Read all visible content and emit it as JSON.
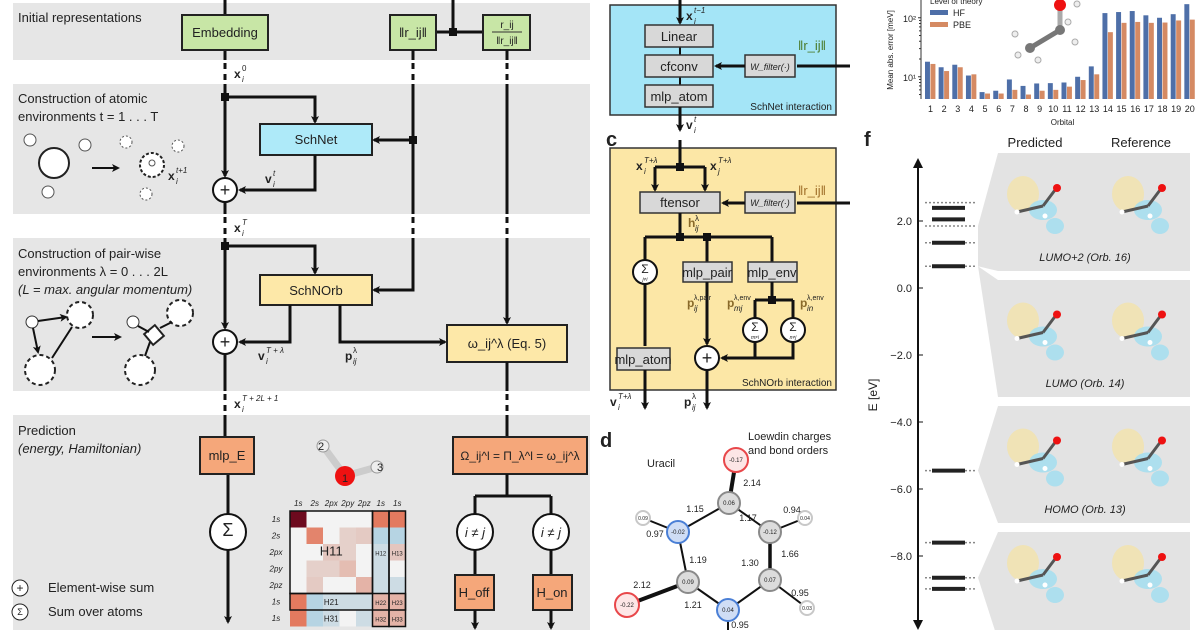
{
  "panel_a": {
    "sections": {
      "initial": "Initial representations",
      "atomic_1": "Construction of atomic",
      "atomic_2": "environments t = 1 . . . T",
      "pair_1": "Construction of pair-wise",
      "pair_2": "environments λ = 0 . . . 2L",
      "pair_3": "(L = max. angular momentum)",
      "pred_1": "Prediction",
      "pred_2": "(energy, Hamiltonian)"
    },
    "boxes": {
      "embedding": "Embedding",
      "rnorm": "‖r_ij‖",
      "rdir_num": "r_ij",
      "rdir_den": "‖r_ij‖",
      "schnet": "SchNet",
      "schnorb": "SchNOrb",
      "omega": "ω_ij^λ (Eq. 5)",
      "mlpE": "mlp_E",
      "Omega": "Ω_ij^l = Π_λ^l = ω_ij^λ",
      "Hoff": "H_off",
      "Hon": "H_on",
      "cond1": "i ≠ j",
      "cond2": "i ≠ j"
    },
    "labels": {
      "x0": {
        "b": "x",
        "sub": "i",
        "sup": "0"
      },
      "xt1": {
        "b": "x",
        "sub": "i",
        "sup": "t+1"
      },
      "vt": {
        "b": "v",
        "sub": "i",
        "sup": "t"
      },
      "xT": {
        "b": "x",
        "sub": "i",
        "sup": "T"
      },
      "vTl": {
        "b": "v",
        "sub": "i",
        "sup": "T + λ"
      },
      "pl": {
        "b": "p",
        "sub": "ij",
        "sup": "λ"
      },
      "xT2L": {
        "b": "x",
        "sub": "i",
        "sup": "T + 2L + 1"
      }
    },
    "legend": {
      "plus": "Element-wise sum",
      "sum": "Sum over atoms"
    },
    "molecule_atoms": [
      "1",
      "2",
      "3"
    ],
    "matrix": {
      "col_labels": [
        "1s",
        "2s",
        "2px",
        "2py",
        "2pz",
        "1s",
        "1s"
      ],
      "row_labels": [
        "1s",
        "2s",
        "2px",
        "2py",
        "2pz",
        "1s",
        "1s"
      ],
      "blocks": [
        "H11",
        "H12",
        "H13",
        "H21",
        "H22",
        "H23",
        "H31",
        "H32",
        "H33"
      ]
    }
  },
  "panel_b": {
    "input": {
      "b": "x",
      "sub": "i",
      "sup": "t−1"
    },
    "linear": "Linear",
    "cfconv": "cfconv",
    "mlp_atom": "mlp_atom",
    "wfilter": "W_filter(·)",
    "rnorm": "‖r_ij‖",
    "title": "SchNet interaction",
    "output": {
      "b": "v",
      "sub": "i",
      "sup": "t"
    }
  },
  "panel_c": {
    "letter": "c",
    "in_i": {
      "b": "x",
      "sub": "i",
      "sup": "T+λ"
    },
    "in_j": {
      "b": "x",
      "sub": "j",
      "sup": "T+λ"
    },
    "ftensor": "ftensor",
    "wfilter": "W_filter(·)",
    "rnorm": "‖r_ij‖",
    "h": {
      "b": "h",
      "sub": "ij",
      "sup": "λ"
    },
    "sum_ji": "j≠i",
    "mlp_pair": "mlp_pair",
    "mlp_env": "mlp_env",
    "p_pair": {
      "b": "p",
      "sub": "ij",
      "sup": "λ,pair"
    },
    "p_env_mj": {
      "b": "p",
      "sub": "mj",
      "sup": "λ,env"
    },
    "p_env_in": {
      "b": "p",
      "sub": "in",
      "sup": "λ,env"
    },
    "sum_m": "m≠i",
    "sum_n": "n≠j",
    "mlp_atom": "mlp_atom",
    "title": "SchNOrb interaction",
    "out_v": {
      "b": "v",
      "sub": "i",
      "sup": "T+λ"
    },
    "out_p": {
      "b": "p",
      "sub": "ij",
      "sup": "λ"
    }
  },
  "panel_d": {
    "letter": "d",
    "molecule": "Uracil",
    "title_1": "Loewdin charges",
    "title_2": "and bond orders",
    "atoms": [
      {
        "element": "O",
        "charge": "-0.17"
      },
      {
        "element": "C",
        "charge": "0.06"
      },
      {
        "element": "N",
        "charge": "-0.02"
      },
      {
        "element": "C",
        "charge": "-0.12"
      },
      {
        "element": "C",
        "charge": "0.07"
      },
      {
        "element": "C",
        "charge": "0.09"
      },
      {
        "element": "N",
        "charge": "0.04"
      },
      {
        "element": "O",
        "charge": "-0.22"
      },
      {
        "element": "H",
        "charge": "0.09"
      },
      {
        "element": "H",
        "charge": "0.04"
      },
      {
        "element": "H",
        "charge": "0.03"
      }
    ],
    "bonds": [
      "2.14",
      "1.15",
      "1.17",
      "0.97",
      "0.94",
      "1.19",
      "1.66",
      "2.12",
      "1.30",
      "1.21",
      "0.95",
      "0.95"
    ],
    "colors": {
      "O": "#e8474a",
      "N": "#4a7fd6",
      "C": "#8a8a8a",
      "H": "#c8c8c8",
      "bond_label": "#9a7a4a"
    }
  },
  "chart_data": {
    "type": "bar",
    "title": "",
    "legend_title": "Level of theory",
    "legend_position": "top-left",
    "xlabel": "Orbital",
    "ylabel": "Mean abs. error [meV]",
    "yscale": "log",
    "ylim": [
      4.2,
      200
    ],
    "yticks": [
      {
        "value": 10,
        "label": "10¹"
      },
      {
        "value": 100,
        "label": "10²"
      }
    ],
    "categories": [
      "1",
      "2",
      "3",
      "4",
      "5",
      "6",
      "7",
      "8",
      "9",
      "10",
      "11",
      "12",
      "13",
      "14",
      "15",
      "16",
      "17",
      "18",
      "19",
      "20"
    ],
    "series": [
      {
        "name": "HF",
        "color": "#4e6fa8",
        "values": [
          18,
          14.5,
          16,
          10.5,
          5.5,
          5.8,
          9,
          7,
          7.7,
          7.8,
          8,
          10,
          15,
          120,
          125,
          130,
          110,
          100,
          115,
          170
        ]
      },
      {
        "name": "PBE",
        "color": "#d58a63",
        "values": [
          16.5,
          12.5,
          14.5,
          11,
          5.2,
          5.2,
          6,
          5,
          5.8,
          6,
          6.8,
          8.8,
          11,
          57,
          82,
          85,
          82,
          83,
          90,
          93
        ]
      }
    ]
  },
  "panel_f": {
    "letter": "f",
    "col_predicted": "Predicted",
    "col_reference": "Reference",
    "axis_label": "E [eV]",
    "yticks": [
      "2.0",
      "0.0",
      "−2.0",
      "−4.0",
      "−6.0",
      "−8.0"
    ],
    "ytick_values": [
      2,
      0,
      -2,
      -4,
      -6,
      -8
    ],
    "predicted_levels": [
      2.39,
      2.05,
      1.35,
      0.65,
      -5.45,
      -7.6,
      -8.65,
      -8.98
    ],
    "reference_levels": [
      2.55,
      1.85,
      1.35,
      0.65,
      -5.45,
      -7.6,
      -8.65,
      -8.98
    ],
    "orbitals": [
      "LUMO+2 (Orb. 16)",
      "LUMO (Orb. 14)",
      "HOMO (Orb. 13)",
      ""
    ],
    "colors": {
      "positive_lobe": "#f1e2b0",
      "negative_lobe": "#a6deee",
      "panel": "#e3e3e3"
    }
  }
}
